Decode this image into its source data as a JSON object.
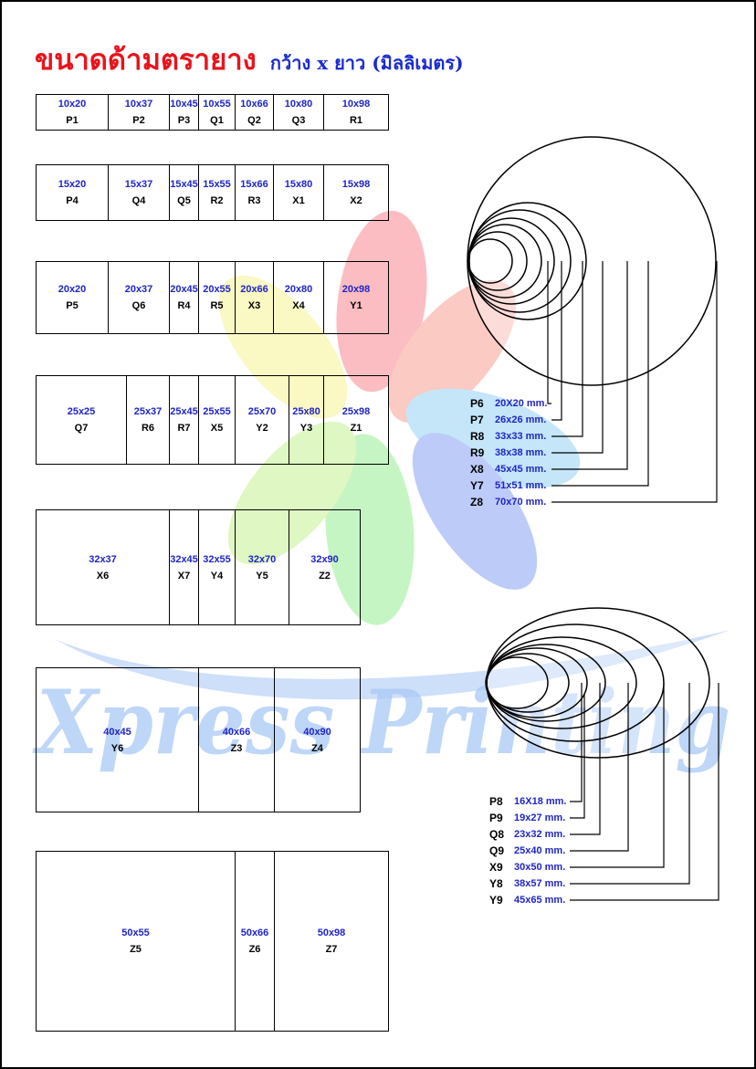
{
  "title": {
    "main": "ขนาดด้ามตรายาง",
    "sub": "กว้าง x ยาว (มิลลิเมตร)"
  },
  "watermark": {
    "text": "Xpress Printing",
    "color": "#a9c9f5"
  },
  "rows": [
    {
      "cells": [
        {
          "size": "10x20",
          "code": "P1"
        },
        {
          "size": "10x37",
          "code": "P2"
        },
        {
          "size": "10x45",
          "code": "P3"
        },
        {
          "size": "10x55",
          "code": "Q1"
        },
        {
          "size": "10x66",
          "code": "Q2"
        },
        {
          "size": "10x80",
          "code": "Q3"
        },
        {
          "size": "10x98",
          "code": "R1"
        }
      ]
    },
    {
      "cells": [
        {
          "size": "15x20",
          "code": "P4"
        },
        {
          "size": "15x37",
          "code": "Q4"
        },
        {
          "size": "15x45",
          "code": "Q5"
        },
        {
          "size": "15x55",
          "code": "R2"
        },
        {
          "size": "15x66",
          "code": "R3"
        },
        {
          "size": "15x80",
          "code": "X1"
        },
        {
          "size": "15x98",
          "code": "X2"
        }
      ]
    },
    {
      "cells": [
        {
          "size": "20x20",
          "code": "P5"
        },
        {
          "size": "20x37",
          "code": "Q6"
        },
        {
          "size": "20x45",
          "code": "R4"
        },
        {
          "size": "20x55",
          "code": "R5"
        },
        {
          "size": "20x66",
          "code": "X3"
        },
        {
          "size": "20x80",
          "code": "X4"
        },
        {
          "size": "20x98",
          "code": "Y1"
        }
      ]
    },
    {
      "cells": [
        {
          "size": "25x25",
          "code": "Q7"
        },
        {
          "size": "25x37",
          "code": "R6"
        },
        {
          "size": "25x45",
          "code": "R7"
        },
        {
          "size": "25x55",
          "code": "X5"
        },
        {
          "size": "25x70",
          "code": "Y2"
        },
        {
          "size": "25x80",
          "code": "Y3"
        },
        {
          "size": "25x98",
          "code": "Z1"
        }
      ]
    },
    {
      "cells": [
        {
          "size": "32x37",
          "code": "X6"
        },
        {
          "size": "32x45",
          "code": "X7"
        },
        {
          "size": "32x55",
          "code": "Y4"
        },
        {
          "size": "32x70",
          "code": "Y5"
        },
        {
          "size": "32x90",
          "code": "Z2"
        }
      ]
    },
    {
      "cells": [
        {
          "size": "40x45",
          "code": "Y6"
        },
        {
          "size": "40x66",
          "code": "Z3"
        },
        {
          "size": "40x90",
          "code": "Z4"
        }
      ]
    },
    {
      "cells": [
        {
          "size": "50x55",
          "code": "Z5"
        },
        {
          "size": "50x66",
          "code": "Z6"
        },
        {
          "size": "50x98",
          "code": "Z7"
        }
      ]
    }
  ],
  "circles": [
    {
      "code": "P6",
      "size": "20X20 mm."
    },
    {
      "code": "P7",
      "size": "26x26 mm."
    },
    {
      "code": "R8",
      "size": "33x33 mm."
    },
    {
      "code": "R9",
      "size": "38x38 mm."
    },
    {
      "code": "X8",
      "size": "45x45 mm."
    },
    {
      "code": "Y7",
      "size": "51x51 mm."
    },
    {
      "code": "Z8",
      "size": "70x70 mm."
    }
  ],
  "ovals": [
    {
      "code": "P8",
      "size": "16X18 mm."
    },
    {
      "code": "P9",
      "size": "19x27 mm."
    },
    {
      "code": "Q8",
      "size": "23x32 mm."
    },
    {
      "code": "Q9",
      "size": "25x40 mm."
    },
    {
      "code": "X9",
      "size": "30x50 mm."
    },
    {
      "code": "Y8",
      "size": "38x57 mm."
    },
    {
      "code": "Y9",
      "size": "45x65 mm."
    }
  ]
}
